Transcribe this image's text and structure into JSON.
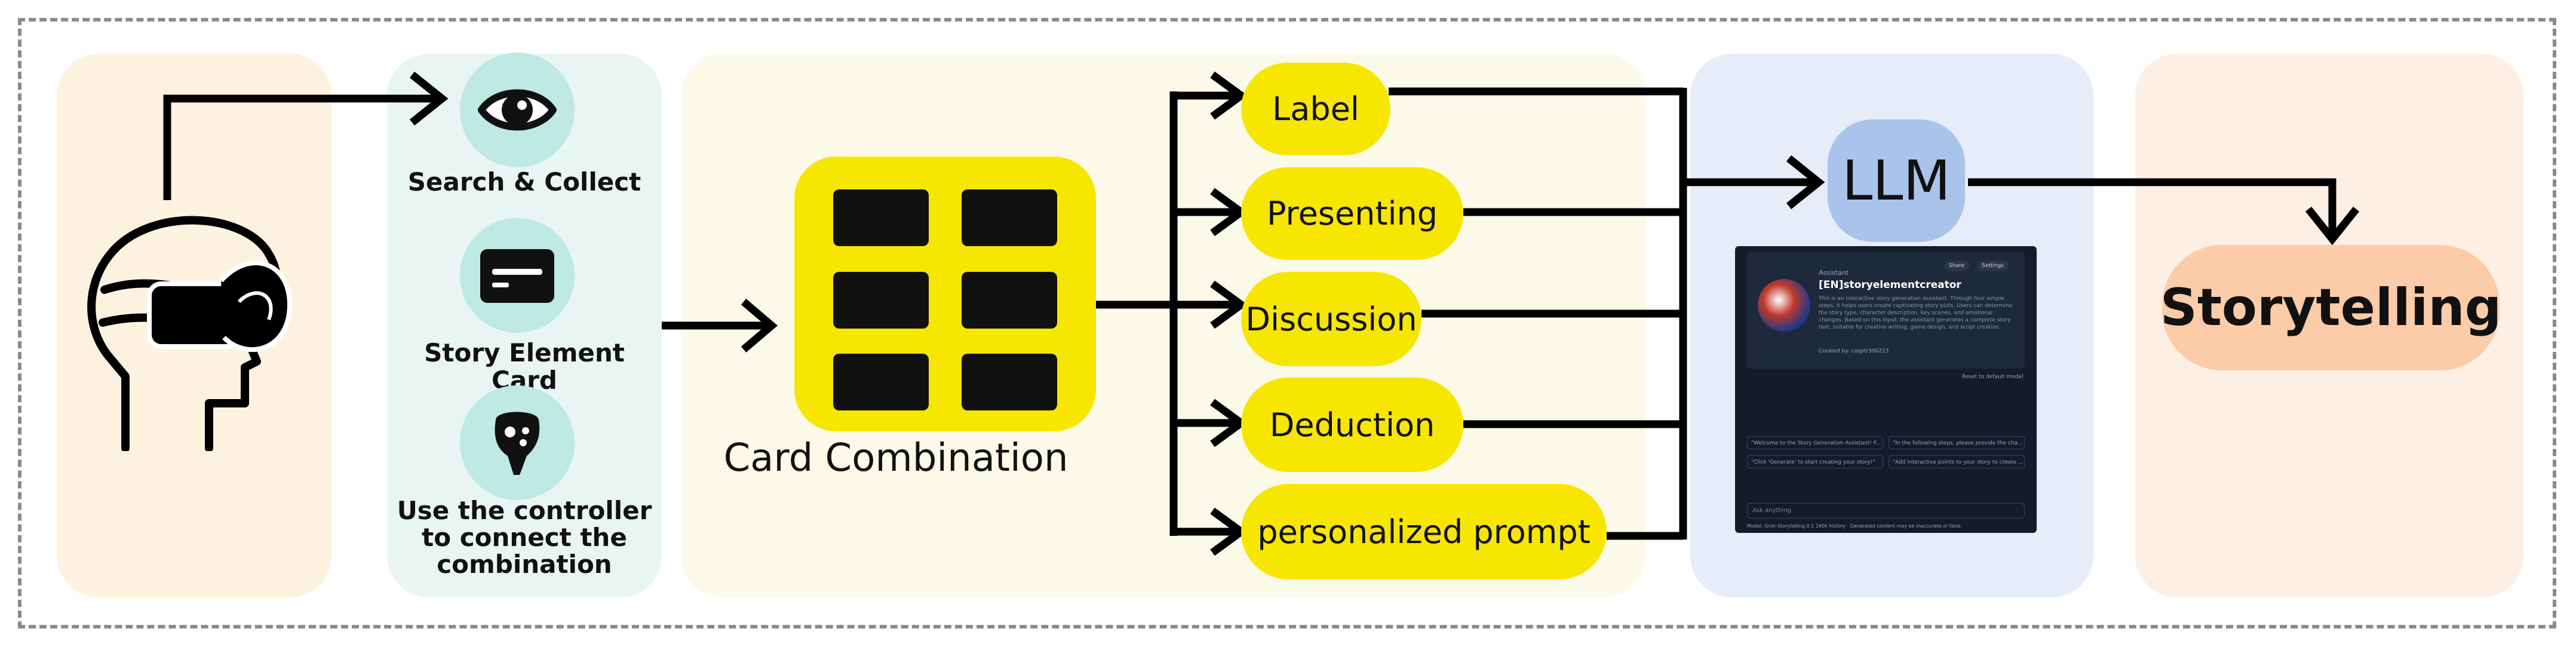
{
  "tools": {
    "search_label": "Search & Collect",
    "card_label": "Story Element Card",
    "controller_lines": [
      "Use the controller",
      "to connect the",
      "combination"
    ]
  },
  "card_combination_label": "Card Combination",
  "branches": [
    "Label",
    "Presenting",
    "Discussion",
    "Deduction",
    "personalized prompt"
  ],
  "llm_label": "LLM",
  "output_label": "Storytelling",
  "assistant_screenshot": {
    "role": "Assistant",
    "name": "[EN]storyelementcreator",
    "description": "This is an interactive story generation assistant. Through four simple steps, it helps users create captivating story plots. Users can determine the story type, character description, key scenes, and emotional changes. Based on this input, the assistant generates a complete story text, suitable for creative writing, game design, and script creation.",
    "creator": "Created by: cosptr300223",
    "share_button": "Share",
    "settings_button": "Settings",
    "reset_link": "Reset to default model",
    "suggestions": [
      "\"Welcome to the Story Generation Assistant! F...",
      "\"In the following steps, please provide the cha...",
      "\"Click 'Generate' to start creating your story!\"",
      "\"Add interactive points to your story to create ..."
    ],
    "input_placeholder": "Ask anything",
    "footer": "Model: Grok-Storytelling 0.1 180k history  ·  Generated content may be inaccurate or false."
  },
  "colors": {
    "yellow": "#f7e600",
    "teal_circle": "#bfe9e3",
    "llm_blue": "#a9c3ea",
    "output_peach": "#fccca8"
  }
}
